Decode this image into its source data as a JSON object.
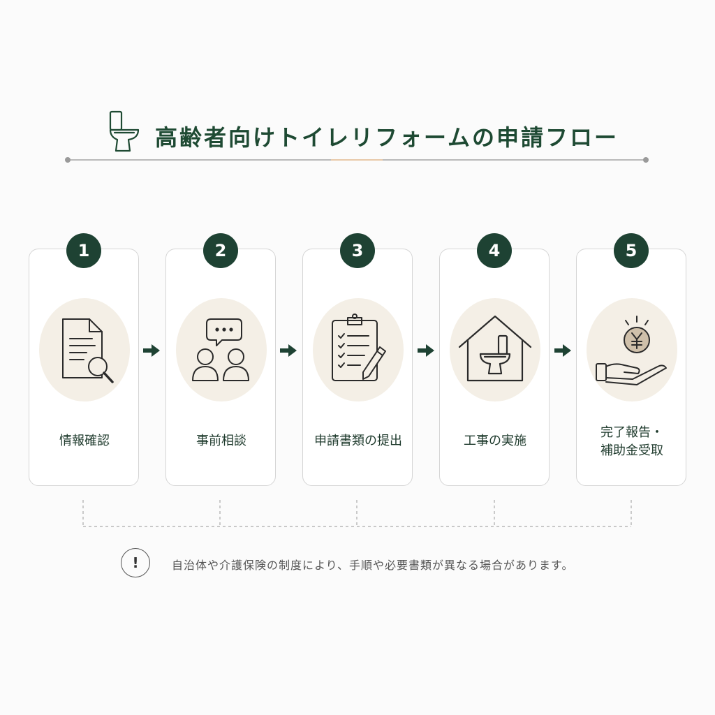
{
  "title": "高齢者向けトイレリフォームの申請フロー",
  "colors": {
    "primary": "#1e4233",
    "blob": "#f4efe6",
    "accent": "#e8c9a8"
  },
  "title_icon": "toilet-icon",
  "steps": [
    {
      "number": "1",
      "label": "情報確認",
      "icon": "document-search-icon"
    },
    {
      "number": "2",
      "label": "事前相談",
      "icon": "consultation-icon"
    },
    {
      "number": "3",
      "label": "申請書類の提出",
      "icon": "clipboard-checklist-icon"
    },
    {
      "number": "4",
      "label": "工事の実施",
      "icon": "house-toilet-icon"
    },
    {
      "number": "5",
      "label": "完了報告・\n補助金受取",
      "icon": "yen-coin-hand-icon"
    }
  ],
  "note": {
    "icon": "exclamation-icon",
    "mark": "!",
    "text": "自治体や介護保険の制度により、手順や必要書類が異なる場合があります。"
  }
}
